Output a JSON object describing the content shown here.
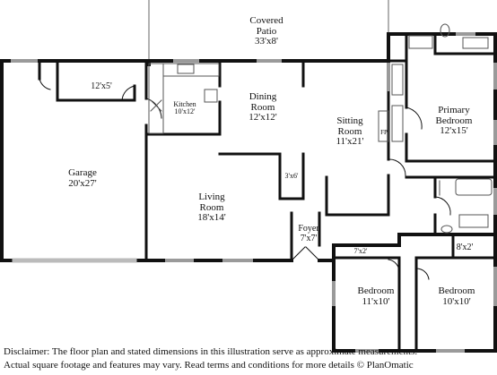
{
  "rooms": {
    "covered_patio": {
      "name": "Covered\nPatio",
      "line1": "Covered",
      "line2": "Patio",
      "dims": "33'x8'"
    },
    "storage": {
      "dims": "12'x5'"
    },
    "kitchen": {
      "name": "Kitchen",
      "dims": "10'x12'"
    },
    "dining": {
      "line1": "Dining",
      "line2": "Room",
      "dims": "12'x12'"
    },
    "sitting": {
      "line1": "Sitting",
      "line2": "Room",
      "dims": "11'x21'"
    },
    "fireplace": {
      "label": "FP"
    },
    "primary_bedroom": {
      "line1": "Primary",
      "line2": "Bedroom",
      "dims": "12'x15'"
    },
    "garage": {
      "name": "Garage",
      "dims": "20'x27'"
    },
    "closet": {
      "dims": "3'x6'"
    },
    "living": {
      "line1": "Living",
      "line2": "Room",
      "dims": "18'x14'"
    },
    "foyer": {
      "name": "Foyer",
      "dims": "7'x7'"
    },
    "hall_closet": {
      "dims": "7'x2'"
    },
    "bath_closet": {
      "dims": "8'x2'"
    },
    "bedroom_1": {
      "name": "Bedroom",
      "dims": "11'x10'"
    },
    "bedroom_2": {
      "name": "Bedroom",
      "dims": "10'x10'"
    }
  },
  "disclaimer": {
    "line1": "Disclaimer: The floor plan and stated dimensions in this illustration serve as approximate measurements.",
    "line2": "Actual square footage and features may vary. Read terms and conditions for more details © PlanOmatic"
  },
  "colors": {
    "wall": "#111111",
    "window": "#9a9a9a",
    "fixture": "#555555",
    "background": "#ffffff"
  }
}
